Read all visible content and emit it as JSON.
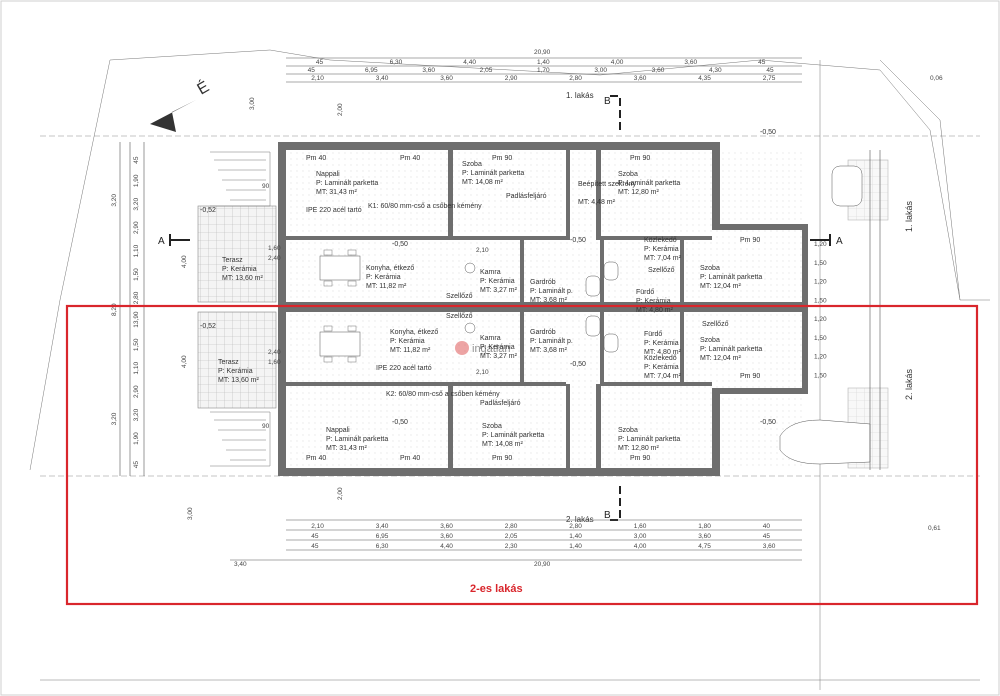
{
  "overall_width": "20,90",
  "compass_label": "É",
  "highlight_label": "2-es lakás",
  "section_a": "A",
  "section_b": "B",
  "unit_labels": {
    "top": "1. lakás",
    "bottom": "2. lakás"
  },
  "side_labels": {
    "right_top": "1. lakás",
    "right_bottom": "2. lakás"
  },
  "watermark": "ingatlan",
  "dims": {
    "top_row1": [
      "45",
      "6,30",
      "4,40",
      "1,40",
      "4,00",
      "3,60",
      "45"
    ],
    "top_row2": [
      "45",
      "6,95",
      "3,60",
      "2,05",
      "1,70",
      "3,00",
      "3,60",
      "4,30",
      "45"
    ],
    "top_row3": [
      "2,10",
      "3,40",
      "3,60",
      "2,90",
      "2,80",
      "3,60",
      "4,35",
      "2,75"
    ],
    "bottom_row1": [
      "2,10",
      "3,40",
      "3,60",
      "2,80",
      "2,80",
      "1,60",
      "1,80",
      "40"
    ],
    "bottom_row2": [
      "45",
      "6,95",
      "3,60",
      "2,05",
      "1,40",
      "3,00",
      "3,60",
      "45"
    ],
    "bottom_row3": [
      "45",
      "6,30",
      "4,40",
      "2,30",
      "1,40",
      "4,00",
      "4,75",
      "3,60"
    ],
    "bottom_extra": "3,40",
    "left_col": [
      "45",
      "1,90",
      "3,20",
      "2,90",
      "1,10",
      "1,50",
      "2,80",
      "13,90",
      "1,50",
      "1,10",
      "2,90",
      "3,20",
      "1,90",
      "45"
    ],
    "left_outer": [
      "3,20",
      "8,20",
      "3,20"
    ],
    "right_col": [
      "1,20",
      "1,50",
      "1,20",
      "1,50",
      "1,20",
      "1,50",
      "1,20",
      "1,50"
    ],
    "misc": [
      "0,06",
      "0,61",
      "4,00",
      "4,00",
      "2,40",
      "1,60",
      "2,40",
      "1,60",
      "90",
      "90",
      "2,10",
      "2,10",
      "2,00",
      "2,00",
      "3,00",
      "3,00"
    ]
  },
  "unit1": {
    "rooms": [
      {
        "name": "Nappali",
        "floor": "P: Laminált parketta",
        "mt": "31,43 m²"
      },
      {
        "name": "Szoba",
        "floor": "P: Laminált parketta",
        "mt": "14,08 m²"
      },
      {
        "name": "Szoba",
        "floor": "P: Laminált parketta",
        "mt": "12,80 m²"
      },
      {
        "name": "Konyha, étkező",
        "floor": "P: Kerámia",
        "mt": "11,82 m²"
      },
      {
        "name": "Terasz",
        "floor": "P: Kerámia",
        "mt": "13,60 m²"
      },
      {
        "name": "Gardrób",
        "floor": "P: Laminált p.",
        "mt": "3,68 m²"
      },
      {
        "name": "Kamra",
        "floor": "P: Kerámia",
        "mt": "3,27 m²"
      },
      {
        "name": "Közlekedő",
        "floor": "P: Kerámia",
        "mt": "7,04 m²"
      },
      {
        "name": "Szoba",
        "floor": "P: Laminált parketta",
        "mt": "12,04 m²"
      },
      {
        "name": "Fürdő",
        "floor": "P: Kerámia",
        "mt": "4,80 m²"
      },
      {
        "name": "Beépített szekrény",
        "floor": "",
        "mt": "4,48 m²"
      }
    ],
    "notes": [
      "IPE 220 acél tartó",
      "K1: 60/80 mm-cső a csőben kémény",
      "Padlásfeljáró",
      "Szellőző",
      "Szellőző",
      "Pm 40",
      "Pm 40",
      "Pm 90",
      "Pm 90",
      "Pm 90",
      "-0,52",
      "-0,50",
      "-0,50",
      "-0,50"
    ]
  },
  "unit2": {
    "rooms": [
      {
        "name": "Nappali",
        "floor": "P: Laminált parketta",
        "mt": "31,43 m²"
      },
      {
        "name": "Szoba",
        "floor": "P: Laminált parketta",
        "mt": "14,08 m²"
      },
      {
        "name": "Szoba",
        "floor": "P: Laminált parketta",
        "mt": "12,80 m²"
      },
      {
        "name": "Konyha, étkező",
        "floor": "P: Kerámia",
        "mt": "11,82 m²"
      },
      {
        "name": "Terasz",
        "floor": "P: Kerámia",
        "mt": "13,60 m²"
      },
      {
        "name": "Gardrób",
        "floor": "P: Laminált p.",
        "mt": "3,68 m²"
      },
      {
        "name": "Kamra",
        "floor": "P: Kerámia",
        "mt": "3,27 m²"
      },
      {
        "name": "Közlekedő",
        "floor": "P: Kerámia",
        "mt": "7,04 m²"
      },
      {
        "name": "Szoba",
        "floor": "P: Laminált parketta",
        "mt": "12,04 m²"
      },
      {
        "name": "Fürdő",
        "floor": "P: Kerámia",
        "mt": "4,80 m²"
      }
    ],
    "notes": [
      "IPE 220 acél tartó",
      "K2: 60/80 mm-cső a csőben kémény",
      "Padlásfeljáró",
      "Szellőző",
      "Szellőző",
      "Pm 40",
      "Pm 40",
      "Pm 90",
      "Pm 90",
      "Pm 90",
      "-0,52",
      "-0,50",
      "-0,50",
      "-0,50"
    ]
  }
}
